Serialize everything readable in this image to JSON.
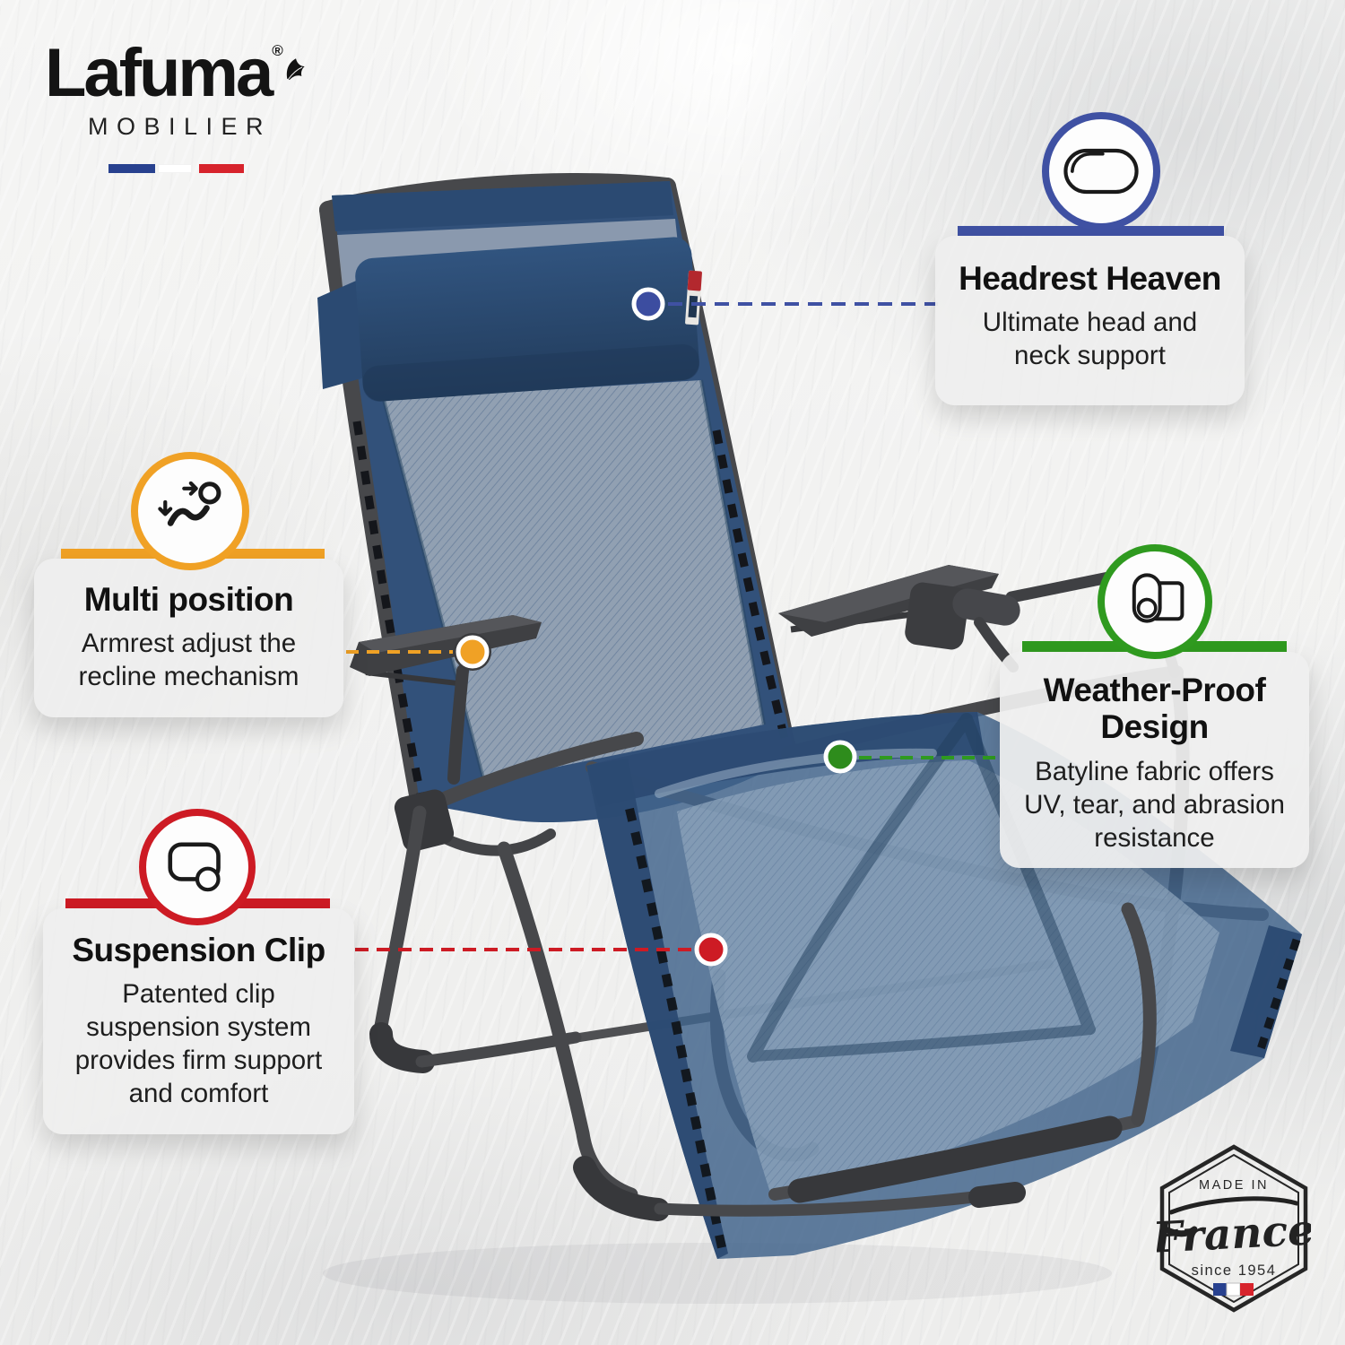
{
  "brand": {
    "name": "Lafuma",
    "registered": "®",
    "sub": "MOBILIER"
  },
  "flag_colors": {
    "blue": "#28418F",
    "white": "#FFFFFF",
    "red": "#D7232C"
  },
  "features": [
    {
      "id": "headrest",
      "title": "Headrest Heaven",
      "desc_lines": [
        "Ultimate head and",
        "neck support"
      ],
      "accent": "#3F51A3",
      "dot_color": "#3C4DA0",
      "icon": "headrest-icon"
    },
    {
      "id": "multi-position",
      "title": "Multi position",
      "desc_lines": [
        "Armrest adjust the",
        "recline mechanism"
      ],
      "accent": "#F0A125",
      "dot_color": "#F0A125",
      "icon": "recline-person-icon"
    },
    {
      "id": "weather-proof",
      "title": "Weather-Proof Design",
      "desc_lines": [
        "Batyline fabric offers",
        "UV, tear, and abrasion",
        "resistance"
      ],
      "accent": "#2F9A1F",
      "dot_color": "#2E8C1C",
      "icon": "fabric-roll-icon"
    },
    {
      "id": "suspension-clip",
      "title": "Suspension Clip",
      "desc_lines": [
        "Patented clip",
        "suspension system",
        "provides firm support",
        "and comfort"
      ],
      "accent": "#CD1B24",
      "dot_color": "#CD1B24",
      "icon": "clip-icon"
    }
  ],
  "badge": {
    "line1": "MADE IN",
    "country": "France",
    "line3": "since 1954"
  },
  "chair_colors": {
    "fabric_navy": "#32517A",
    "fabric_navy_dark": "#2B4A72",
    "fabric_mesh": "#91A0B2",
    "seat_fill": "#42648C",
    "seat_mesh": "#8BA2BA",
    "frame": "#47484B",
    "frame_dark": "#37383B",
    "frame_light": "#55565A"
  }
}
